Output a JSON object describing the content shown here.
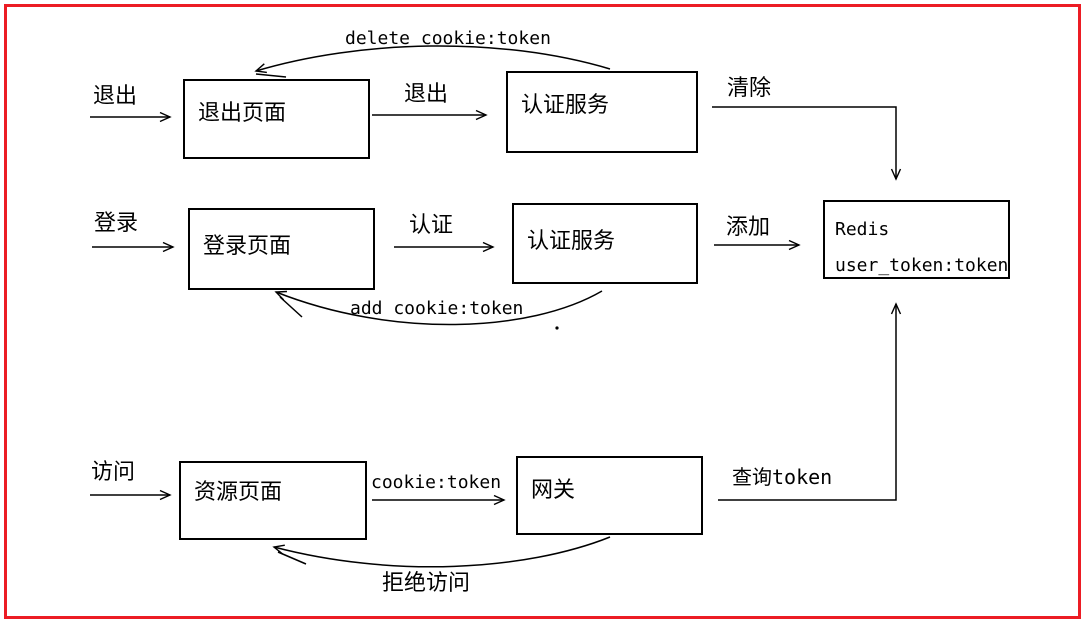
{
  "diagram": {
    "title": "token-auth-flow",
    "border_color": "#ec1c24",
    "line_color": "#000000"
  },
  "nodes": {
    "logout_page": {
      "label": "退出页面"
    },
    "auth_service_logout": {
      "label": "认证服务"
    },
    "login_page": {
      "label": "登录页面"
    },
    "auth_service_login": {
      "label": "认证服务"
    },
    "redis": {
      "line1": "Redis",
      "line2": "user_token:token"
    },
    "resource_page": {
      "label": "资源页面"
    },
    "gateway": {
      "label": "网关"
    }
  },
  "edges": {
    "logout_entry": "退出",
    "logout_request": "退出",
    "clear": "清除",
    "delete_cookie": "delete cookie:token",
    "login_entry": "登录",
    "authenticate": "认证",
    "add": "添加",
    "add_cookie": "add cookie:token",
    "visit_entry": "访问",
    "cookie_token": "cookie:token",
    "query_token": "查询token",
    "deny_access": "拒绝访问"
  }
}
